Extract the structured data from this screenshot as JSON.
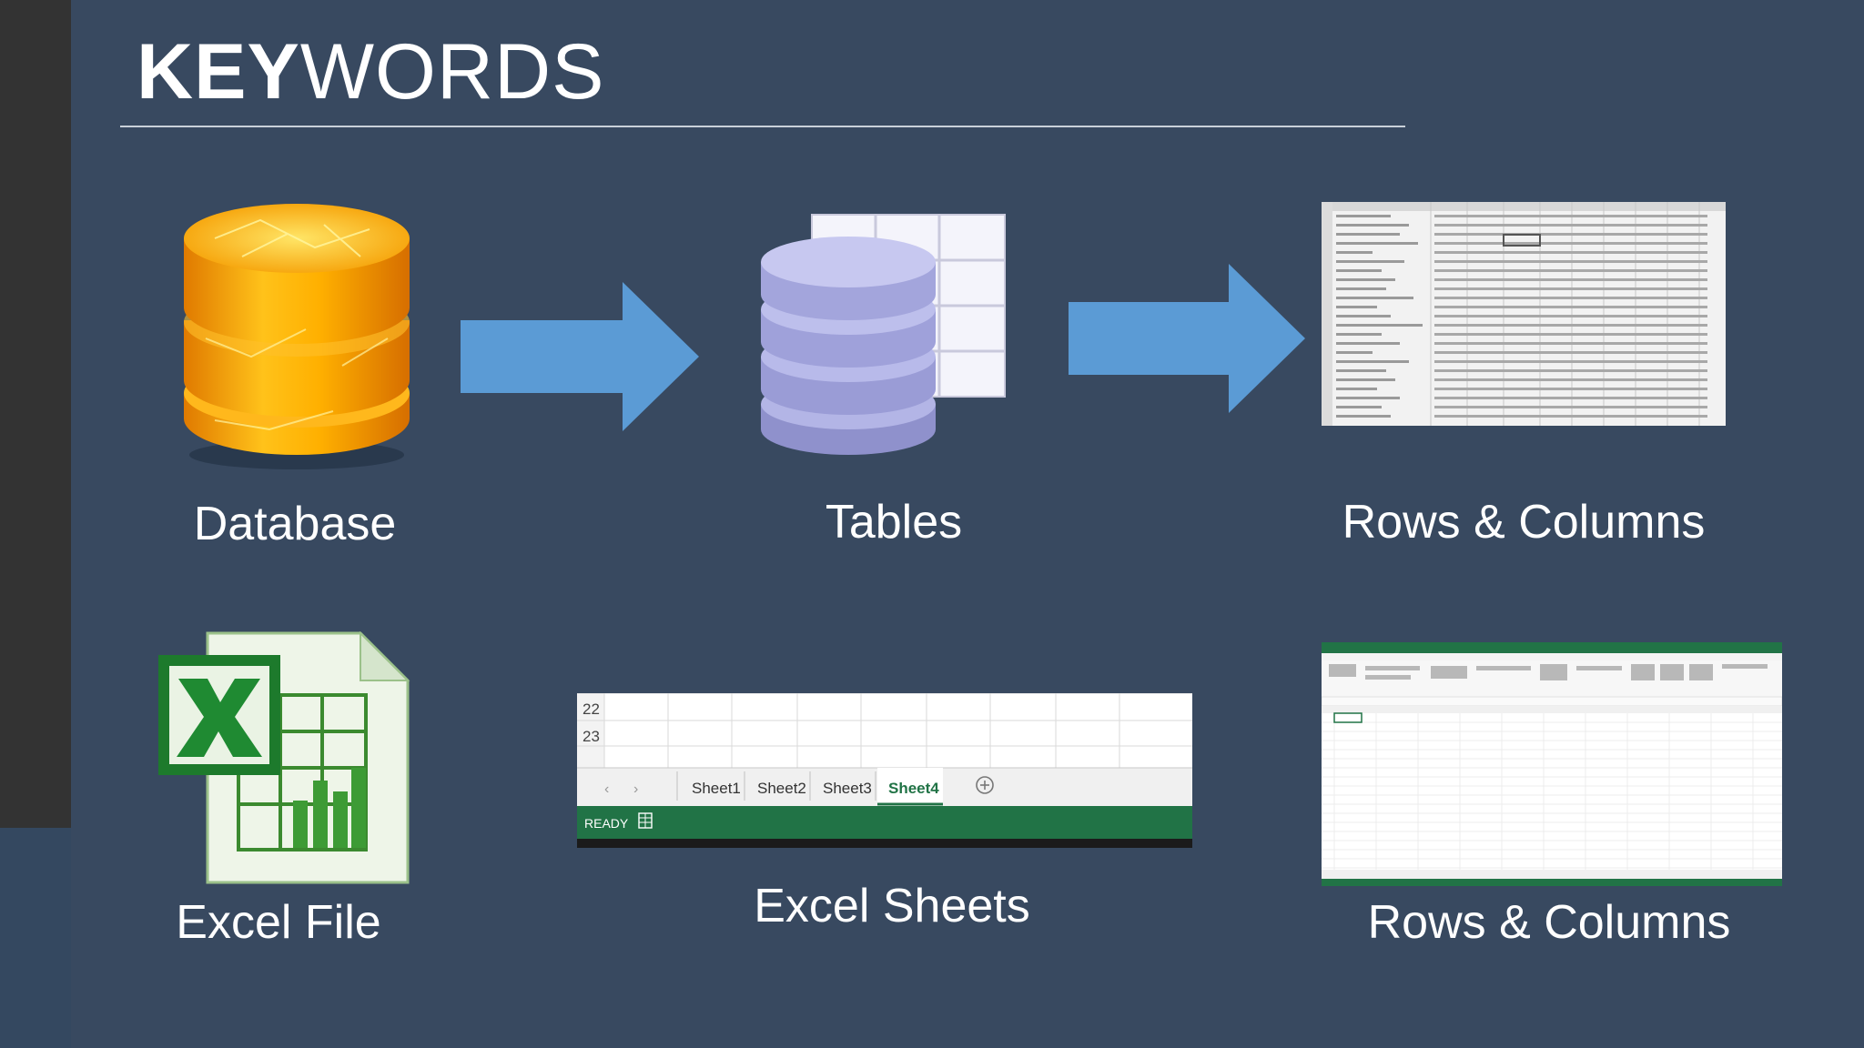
{
  "slide": {
    "title_bold": "KEY",
    "title_light": "WORDS"
  },
  "labels": {
    "database": "Database",
    "tables": "Tables",
    "rows_columns_top": "Rows & Columns",
    "excel_file": "Excel File",
    "excel_sheets": "Excel Sheets",
    "rows_columns_bottom": "Rows & Columns"
  },
  "excel_sheets_image": {
    "row_numbers": [
      "22",
      "23"
    ],
    "tabs": [
      "Sheet1",
      "Sheet2",
      "Sheet3",
      "Sheet4"
    ],
    "active_tab": "Sheet4",
    "status": "READY"
  },
  "colors": {
    "background": "#384960",
    "arrow": "#5b9bd5",
    "excel_green": "#217346",
    "database_orange": "#f5a000",
    "tables_lavender": "#a9abe0"
  },
  "icons": [
    "database-icon",
    "arrow-right-icon",
    "tables-icon",
    "spreadsheet-screenshot",
    "excel-file-icon",
    "excel-window-screenshot"
  ]
}
